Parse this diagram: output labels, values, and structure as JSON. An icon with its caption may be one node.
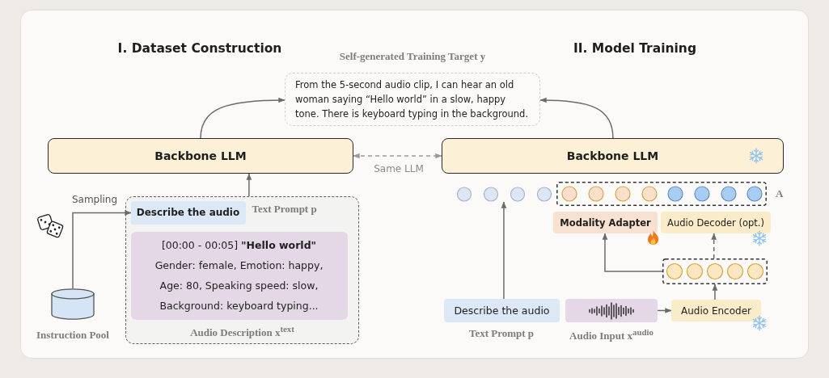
{
  "diagram": {
    "nodes": [
      {
        "text": [
          "Backbone LLM"
        ]
      },
      {
        "text": [
          "Self-generated Training Target y",
          "From the 5-second audio clip, I can hear an old woman saying “Hello world” in a slow, happy tone. There is keyboard typing in the background."
        ]
      },
      {
        "text": [
          "Backbone LLM"
        ]
      },
      {
        "text": [],
        "shape": "box"
      },
      {
        "text": [
          "Describe the audio"
        ],
        "in": 3,
        "beside": [
          "Text Prompt p"
        ]
      },
      {
        "text": [
          "[00:00 - 00:05] **\"Hello world\"**",
          "Gender: female, Emotion: happy,",
          "Age: 80, Speaking speed: slow,",
          "Background: keyboard typing..."
        ],
        "in": 3,
        "beside": [
          "Audio Description x$^{text}$"
        ]
      },
      {
        "text": [],
        "shape": "cylinder",
        "beside": [
          "Instruction Pool"
        ]
      },
      {
        "text": [],
        "shape": "circle"
      },
      {
        "text": [],
        "shape": "box",
        "beside": [
          "A"
        ]
      },
      {
        "text": [
          "Modality Adapter"
        ]
      },
      {
        "text": [
          "Audio Decoder (opt.)"
        ]
      },
      {
        "text": [],
        "shape": "box"
      },
      {
        "text": [
          "Describe the audio"
        ],
        "beside": [
          "Text Prompt p"
        ]
      },
      {
        "text": [],
        "shape": "picture",
        "beside": [
          "Audio Input x$^{audio}$"
        ]
      },
      {
        "text": [
          "Audio Encoder"
        ]
      }
    ],
    "edges": [
      {
        "from": 0,
        "to": 1,
        "arrow": "to"
      },
      {
        "from": 2,
        "to": 1,
        "arrow": "to"
      },
      {
        "from": 0,
        "to": 2,
        "arrow": "both",
        "label": "Same LLM",
        "style": "dashed",
        "color": "#9a9a9a"
      },
      {
        "from": 3,
        "to": 0,
        "arrow": "to"
      },
      {
        "from": 6,
        "to": 4,
        "arrow": "to",
        "label": "Sampling"
      },
      {
        "from": 12,
        "to": 7,
        "arrow": "to"
      },
      {
        "from": 13,
        "to": 14,
        "arrow": "to"
      },
      {
        "from": 14,
        "to": 11,
        "arrow": "to"
      },
      {
        "from": 11,
        "to": 9,
        "arrow": "to"
      },
      {
        "from": 11,
        "to": 10,
        "arrow": "to",
        "style": "dashed"
      }
    ],
    "labels": [
      "I. Dataset Construction",
      "II. Model Training"
    ]
  }
}
